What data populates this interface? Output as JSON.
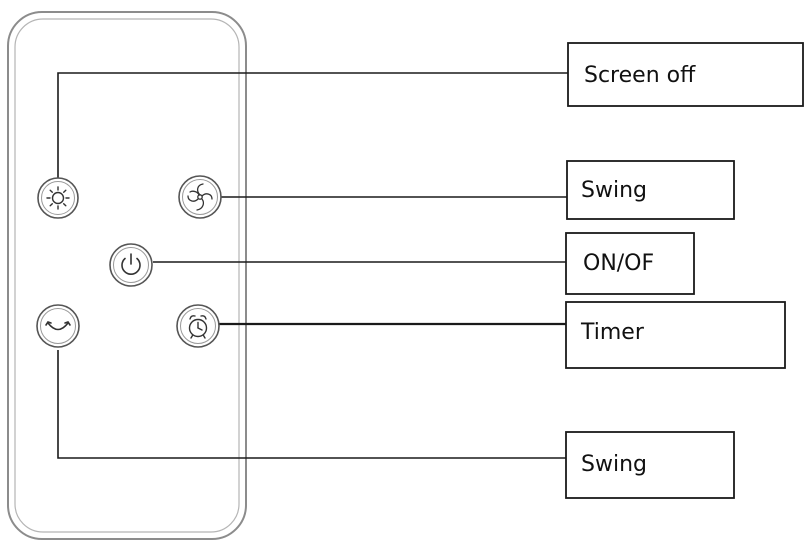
{
  "labels": {
    "screen_off": "Screen off",
    "swing_top": "Swing",
    "on_off": "ON/OF",
    "timer": "Timer",
    "swing_bottom": "Swing"
  },
  "buttons": {
    "brightness": {
      "icon": "brightness-icon"
    },
    "fan_swing": {
      "icon": "fan-icon"
    },
    "power": {
      "icon": "power-icon"
    },
    "oscillate": {
      "icon": "swing-arc-icon"
    },
    "timer": {
      "icon": "alarm-clock-icon"
    }
  },
  "colors": {
    "line": "#1a1a1a",
    "remote_outline": "#8c8c8c",
    "button_outline": "#555555"
  }
}
